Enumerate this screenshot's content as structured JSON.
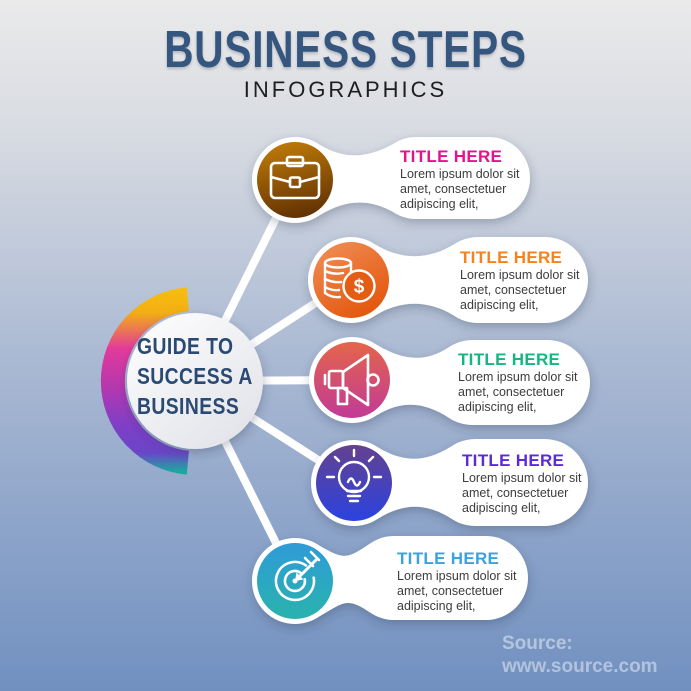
{
  "header": {
    "title": "BUSINESS STEPS",
    "subtitle": "INFOGRAPHICS",
    "title_color": "#35567f",
    "subtitle_color": "#1e1e1e"
  },
  "background": {
    "top": "#eaeaeb",
    "upper_mid": "#d9dce2",
    "mid": "#aab9d3",
    "bottom": "#7190c0"
  },
  "center": {
    "title_lines": [
      "GUIDE TO",
      "SUCCESS A",
      "BUSINESS"
    ],
    "text_color": "#2b4a73",
    "ring_gradient": [
      "#f6bd0e",
      "#f2ae14",
      "#e23a9a",
      "#b837ad",
      "#7e3fc6",
      "#6b45c8",
      "#1ea69e"
    ]
  },
  "items": [
    {
      "icon": "briefcase-icon",
      "title": "TITLE HERE",
      "body": "Lorem ipsum dolor sit amet, consectetuer adipiscing elit,",
      "title_color": "#e8108e",
      "circle_gradient": [
        "#c07c08",
        "#643303"
      ]
    },
    {
      "icon": "coins-icon",
      "icon_glyph": "$",
      "title": "TITLE HERE",
      "body": "Lorem ipsum dolor sit amet, consectetuer adipiscing elit,",
      "title_color": "#f5821c",
      "circle_gradient": [
        "#f0915a",
        "#e4580f"
      ]
    },
    {
      "icon": "megaphone-icon",
      "title": "TITLE HERE",
      "body": "Lorem ipsum dolor sit amet, consectetuer adipiscing elit,",
      "title_color": "#17b57f",
      "circle_gradient": [
        "#e4654a",
        "#c13a96"
      ]
    },
    {
      "icon": "lightbulb-icon",
      "title": "TITLE HERE",
      "body": "Lorem ipsum dolor sit amet, consectetuer adipiscing elit,",
      "title_color": "#5b2bd9",
      "circle_gradient": [
        "#64418f",
        "#2b43e0"
      ]
    },
    {
      "icon": "target-icon",
      "title": "TITLE HERE",
      "body": "Lorem ipsum dolor sit amet, consectetuer adipiscing elit,",
      "title_color": "#3ba2de",
      "circle_gradient": [
        "#2f9bd8",
        "#28b3ac"
      ]
    }
  ],
  "footer": {
    "source_label": "Source:",
    "source_url": "www.source.com"
  }
}
